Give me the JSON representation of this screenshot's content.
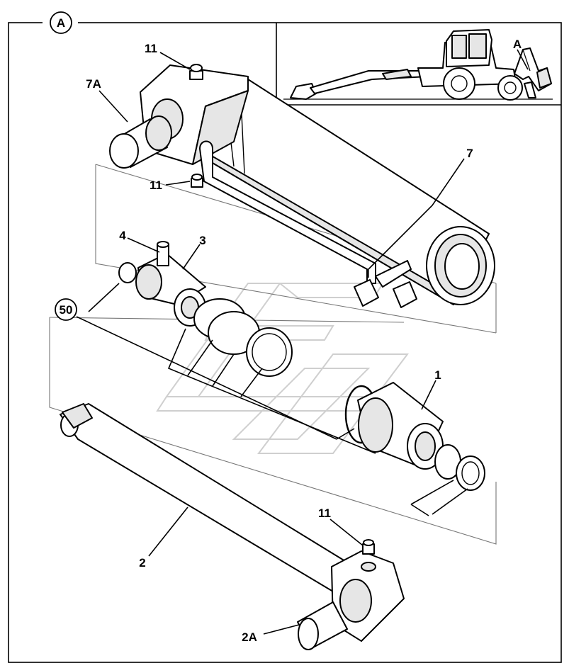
{
  "detail_marker": "A",
  "inset": {
    "view_marker": "A"
  },
  "callouts": {
    "c11_top": "11",
    "c7A": "7A",
    "c11_mid": "11",
    "c7": "7",
    "c4": "4",
    "c3": "3",
    "c50": "50",
    "c1": "1",
    "c11_bottom": "11",
    "c2": "2",
    "c2A": "2A"
  }
}
